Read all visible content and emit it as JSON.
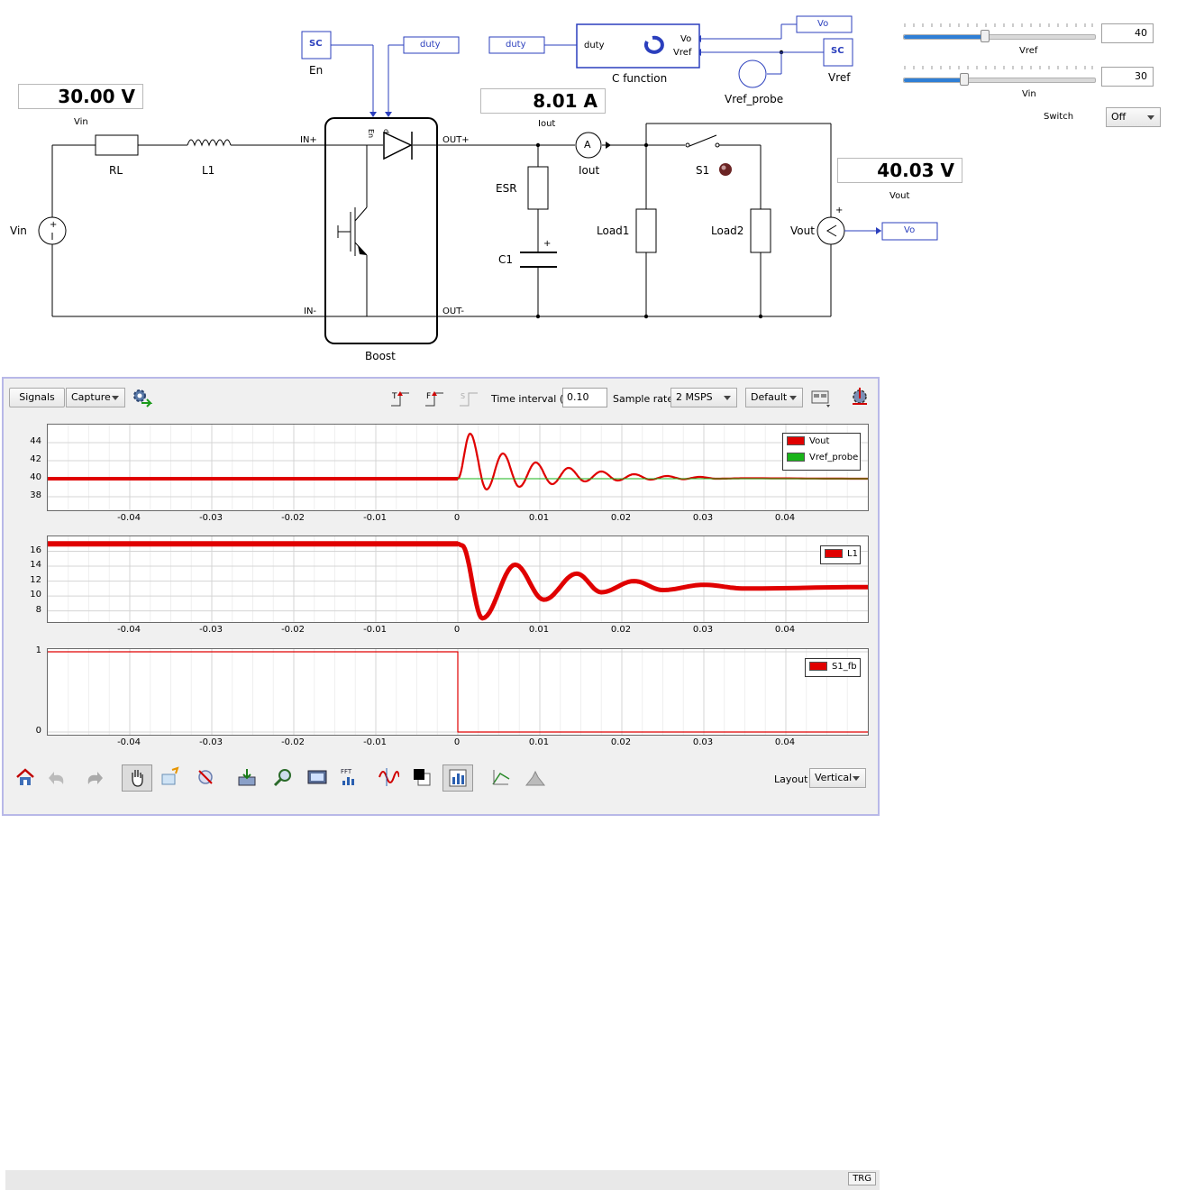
{
  "schematic": {
    "meters": {
      "vin": {
        "value": "30.00 V",
        "label": "Vin"
      },
      "iout": {
        "value": "8.01 A",
        "label": "Iout"
      },
      "vout": {
        "value": "40.03 V",
        "label": "Vout"
      }
    },
    "components": {
      "rl": "RL",
      "l1": "L1",
      "vin_source": "Vin",
      "boost": "Boost",
      "in_plus": "IN+",
      "in_minus": "IN-",
      "out_plus": "OUT+",
      "out_minus": "OUT-",
      "esr": "ESR",
      "c1": "C1",
      "iout_probe": "Iout",
      "s1": "S1",
      "load1": "Load1",
      "load2": "Load2",
      "vout_probe": "Vout",
      "sc_en_block": "SC",
      "en_label": "En",
      "duty_goto": "duty",
      "duty_from": "duty",
      "c_function": "C function",
      "c_duty_port": "duty",
      "c_vo_port": "Vo",
      "c_vref_port": "Vref",
      "vo_from": "Vo",
      "sc_vref_block": "SC",
      "vref_label": "Vref",
      "vref_probe": "Vref_probe",
      "vo_goto": "Vo",
      "plus_sign": "+",
      "c1_plus": "+"
    }
  },
  "controls": {
    "vref_slider": {
      "label": "Vref",
      "value": "40",
      "fraction": 0.43
    },
    "vin_slider": {
      "label": "Vin",
      "value": "30",
      "fraction": 0.32
    },
    "switch": {
      "label": "Switch",
      "value": "Off"
    }
  },
  "scope": {
    "toolbar": {
      "signals": "Signals",
      "capture": "Capture",
      "time_interval_label": "Time interval (s)",
      "time_interval_value": "0.10",
      "sample_rate_label": "Sample rate",
      "sample_rate_value": "2 MSPS",
      "default_value": "Default"
    },
    "layout_label": "Layout",
    "layout_value": "Vertical",
    "trg": "TRG",
    "x_ticks": [
      "-0.04",
      "-0.03",
      "-0.02",
      "-0.01",
      "0",
      "0.01",
      "0.02",
      "0.03",
      "0.04"
    ]
  },
  "chart_data": [
    {
      "type": "line",
      "series": [
        {
          "name": "Vout",
          "color": "#e00000",
          "x": [
            -0.05,
            0,
            0.0015,
            0.0035,
            0.0055,
            0.0075,
            0.0095,
            0.0115,
            0.0135,
            0.0155,
            0.0175,
            0.0195,
            0.0215,
            0.0235,
            0.0255,
            0.0275,
            0.0295,
            0.0315,
            0.035,
            0.05
          ],
          "y": [
            40,
            40,
            45,
            38.8,
            42.8,
            39.1,
            41.8,
            39.4,
            41.2,
            39.7,
            40.8,
            39.8,
            40.5,
            39.9,
            40.3,
            39.95,
            40.2,
            40.0,
            40.05,
            40.0
          ]
        },
        {
          "name": "Vref_probe",
          "color": "#19b419",
          "x": [
            -0.05,
            0.05
          ],
          "y": [
            40,
            40
          ]
        }
      ],
      "xlim": [
        -0.05,
        0.05
      ],
      "ylim": [
        36.5,
        46
      ],
      "yticks": [
        "44",
        "42",
        "40",
        "38"
      ],
      "legend": "top-right",
      "grid": true
    },
    {
      "type": "line",
      "series": [
        {
          "name": "L1",
          "color": "#e00000",
          "x": [
            -0.05,
            0,
            0.0005,
            0.003,
            0.007,
            0.0105,
            0.0145,
            0.0175,
            0.0215,
            0.025,
            0.03,
            0.035,
            0.05
          ],
          "y": [
            17,
            17,
            16.8,
            7,
            14.2,
            9.5,
            13,
            10.5,
            12,
            10.8,
            11.5,
            11,
            11.2
          ]
        }
      ],
      "xlim": [
        -0.05,
        0.05
      ],
      "ylim": [
        6.5,
        18
      ],
      "yticks": [
        "16",
        "14",
        "12",
        "10",
        "8"
      ],
      "legend": "top-right",
      "grid": true
    },
    {
      "type": "line",
      "series": [
        {
          "name": "S1_fb",
          "color": "#e00000",
          "x": [
            -0.05,
            0,
            0,
            0.05
          ],
          "y": [
            1,
            1,
            0,
            0
          ]
        }
      ],
      "xlim": [
        -0.05,
        0.05
      ],
      "ylim": [
        0,
        1
      ],
      "yticks": [
        "1",
        "0"
      ],
      "legend": "top-right",
      "grid": true
    }
  ]
}
